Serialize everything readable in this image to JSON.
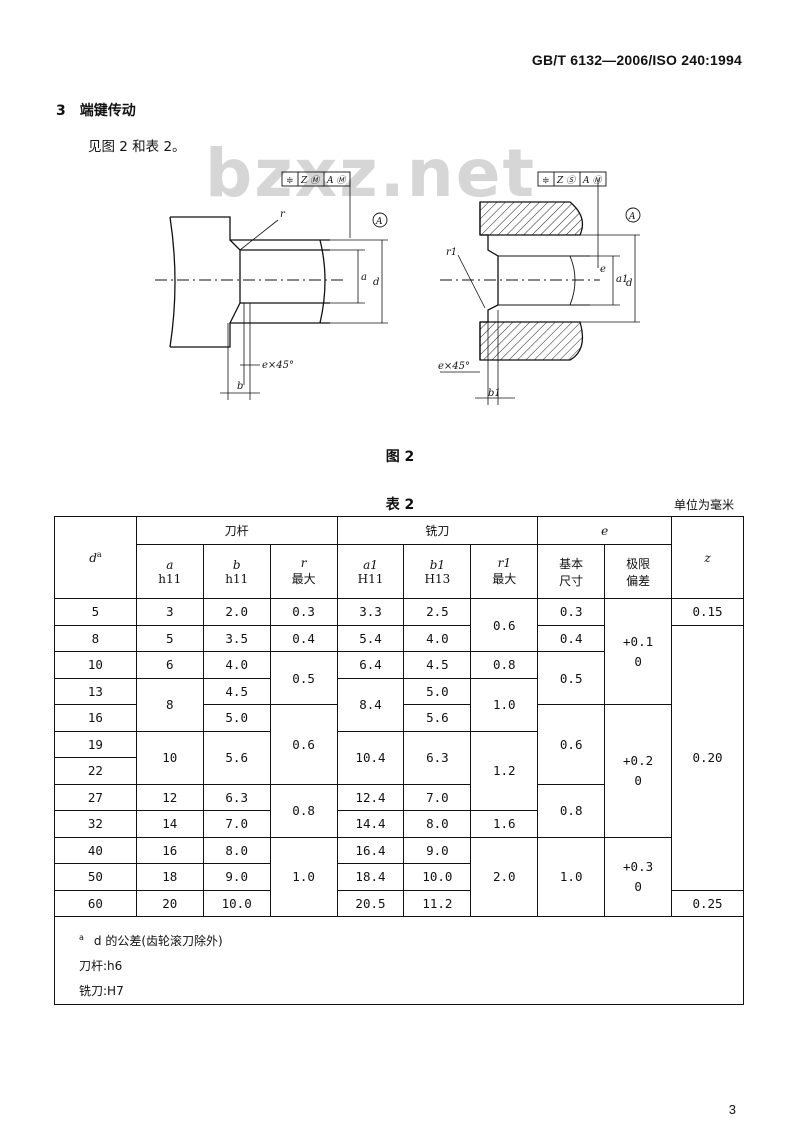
{
  "header": {
    "standard_code": "GB/T 6132—2006/ISO 240:1994"
  },
  "watermark": "bzxz.net",
  "section": {
    "number": "3",
    "title": "端键传动"
  },
  "intro_text": "见图 2 和表 2。",
  "figure": {
    "caption": "图 2",
    "labels": {
      "left_tol_frame": [
        "≑",
        "Z Ⓜ",
        "A Ⓜ"
      ],
      "right_tol_frame": [
        "≑",
        "Z Ⓢ",
        "A Ⓜ"
      ],
      "datum": "A",
      "left": {
        "r": "r",
        "a": "a",
        "d": "d",
        "chamfer": "e×45°",
        "b": "b"
      },
      "right": {
        "r1": "r1",
        "e": "e",
        "a1": "a1",
        "d": "d",
        "chamfer": "e×45°",
        "b1": "b1"
      }
    }
  },
  "table": {
    "caption": "表 2",
    "unit_note": "单位为毫米",
    "headers": {
      "d": "d",
      "d_mark": "a",
      "holder_group": "刀杆",
      "cutter_group": "铣刀",
      "e_group": "e",
      "z": "z",
      "a": [
        "a",
        "h11"
      ],
      "b": [
        "b",
        "h11"
      ],
      "r": [
        "r",
        "最大"
      ],
      "a1": [
        "a1",
        "H11"
      ],
      "b1": [
        "b1",
        "H13"
      ],
      "r1": [
        "r1",
        "最大"
      ],
      "e_basic": [
        "基本",
        "尺寸"
      ],
      "e_limit": [
        "极限",
        "偏差"
      ]
    },
    "d": [
      "5",
      "8",
      "10",
      "13",
      "16",
      "19",
      "22",
      "27",
      "32",
      "40",
      "50",
      "60"
    ],
    "a": [
      "3",
      "5",
      "6",
      "8",
      "10",
      "12",
      "14",
      "16",
      "18",
      "20"
    ],
    "b": [
      "2.0",
      "3.5",
      "4.0",
      "4.5",
      "5.0",
      "5.6",
      "6.3",
      "7.0",
      "8.0",
      "9.0",
      "10.0"
    ],
    "r": [
      "0.3",
      "0.4",
      "0.5",
      "0.6",
      "0.8",
      "1.0"
    ],
    "a1": [
      "3.3",
      "5.4",
      "6.4",
      "8.4",
      "10.4",
      "12.4",
      "14.4",
      "16.4",
      "18.4",
      "20.5"
    ],
    "b1": [
      "2.5",
      "4.0",
      "4.5",
      "5.0",
      "5.6",
      "6.3",
      "7.0",
      "8.0",
      "9.0",
      "10.0",
      "11.2"
    ],
    "r1": [
      "0.6",
      "0.8",
      "1.0",
      "1.2",
      "1.6",
      "2.0"
    ],
    "e_basic": [
      "0.3",
      "0.4",
      "0.5",
      "0.6",
      "0.8",
      "1.0"
    ],
    "e_limit": [
      [
        "+0.1",
        "0"
      ],
      [
        "+0.2",
        "0"
      ],
      [
        "+0.3",
        "0"
      ]
    ],
    "z": [
      "0.15",
      "0.20",
      "0.25"
    ],
    "footnote": {
      "mark": "a",
      "line1": "d 的公差(齿轮滚刀除外)",
      "line2": "刀杆:h6",
      "line3": "铣刀:H7"
    }
  },
  "page_number": "3"
}
